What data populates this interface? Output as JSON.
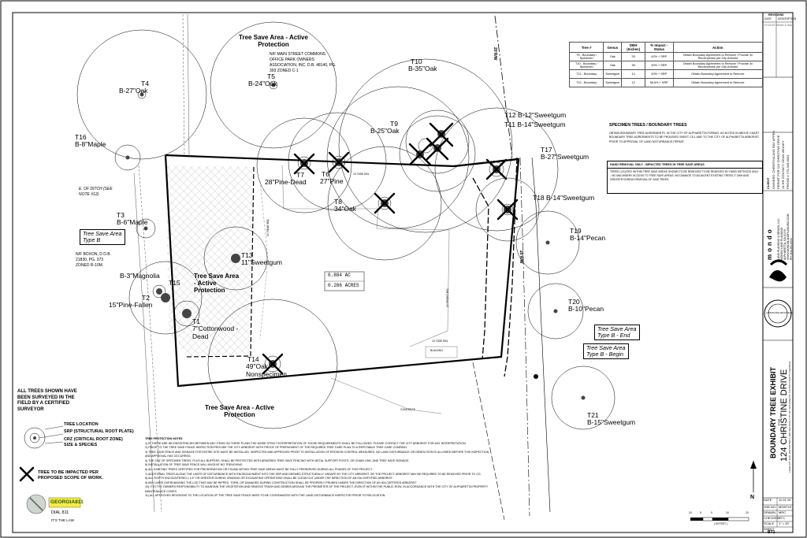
{
  "sheet": {
    "project_title": "BOUNDARY TREE EXHIBIT",
    "project_for": "FOR",
    "project_address": "124 CHRISTINE DRIVE",
    "project_subline": "LAND LOT 1140, 2ND DISTRICT, 2ND SECTION, CITY OF ALPHARETTA, FULTON COUNTY, GEORGIA",
    "sheet_id": "BT1",
    "revisions_header": "REVISIONS",
    "revisions_cols": [
      "DATE",
      "DESCRIPTION"
    ],
    "revision_row": "07/21/19  Revise & resub",
    "client_label": "CLIENT",
    "client_lines": [
      "OWNERS: CHRISTINA AND RAY APPEN",
      "PERMIT FOR 124 CHRISTINE DRIVE",
      "24 HR CONTACT: DEAN WINNEY",
      "PHONE # 770-343-9031"
    ],
    "firm_logo": "mondo",
    "firm_lines": [
      "LAND PLANNING & DESIGN, LLC",
      "MONDO LAND PLANNING",
      "ALPHARETTA, GA 30009",
      "WWW.MONDOLANDPLANNING.COM",
      "PH: 404-281-6302"
    ],
    "seal_text": "LANDSCAPE ARCHITECT",
    "date_block": [
      {
        "k": "DATE",
        "v": "11.01.19"
      },
      {
        "k": "JOB NO.",
        "v": "MONT19"
      },
      {
        "k": "DRAWN",
        "v": "MRC"
      },
      {
        "k": "CHECKED",
        "v": "BTC"
      },
      {
        "k": "SCALE",
        "v": "1\" = 20'"
      },
      {
        "k": "SHEET",
        "v": ""
      }
    ],
    "scale_ticks": [
      "10",
      "5",
      "0",
      "10",
      "20"
    ],
    "scale_unit": "( IN FEET )",
    "north": "N"
  },
  "tree_table": {
    "headers": [
      "Tree #",
      "Genus",
      "DBH (Inches)",
      "% Impact - Status",
      "Action"
    ],
    "rows": [
      [
        "T9 - Boundary / Specimen",
        "Oak",
        "25",
        "42% + SRP",
        "Obtain Boundary Agreement to Remove / Provide 3x Recompense per City Arborist"
      ],
      [
        "T10 - Boundary / Specimen",
        "Oak",
        "35",
        "30% + SRP",
        "Obtain Boundary Agreement to Remove / Provide 3x Recompense per City Arborist"
      ],
      [
        "T11 - Boundary",
        "Sweetgum",
        "14",
        "43% + SRP",
        "Obtain Boundary Agreement to Remove"
      ],
      [
        "T12 - Boundary",
        "Sweetgum",
        "12",
        "56.6% + SRP",
        "Obtain Boundary Agreement to Remove"
      ]
    ]
  },
  "specimen_note": {
    "title": "SPECIMEN TREES / BOUNDARY TREES",
    "text": "OBTAIN BOUNDARY TREE AGREEMENTS, IN THE CITY OF ALPHARETTA FORMAT, AS NOTED IN ABOVE CHART. BOUNDARY TREE AGREEMENTS TO BE PROVIDED SHEET C5.1 AND TO THE CITY OF ALPHARETTA ARBORIST PRIOR TO APPROVAL OF LAND DISTURBANCE PERMIT."
  },
  "hand_note": {
    "title": "HAND REMOVAL ONLY - IMPACTED TREES IN TREE SAVE AREAS",
    "text": "TREES LOCATED WITHIN TREE SAVE AREAS SHOWN TO BE REMOVED TO BE REMOVED BY HAND METHODS ONLY - NO MACHINERY ACCESS TO TREE SAVE AREAS. NO DAMAGE TO ADJACENT EXISTING TREES 2\" DBH AND GREATER DURING REMOVAL OF SAID TREES."
  },
  "trees": [
    {
      "id": "T4",
      "line2": "B-27\"Oak"
    },
    {
      "id": "T5",
      "line2": "B-24\"Oak"
    },
    {
      "id": "T10",
      "line2": "B-35\"Oak"
    },
    {
      "id": "T12",
      "line2": "B-12\"Sweetgum"
    },
    {
      "id": "T11",
      "line2": "B-14\"Sweetgum"
    },
    {
      "id": "T9",
      "line2": "B-25\"Oak"
    },
    {
      "id": "T16",
      "line2": "B-8\"Maple"
    },
    {
      "id": "T17",
      "line2": "B-27\"Sweetgum"
    },
    {
      "id": "T7",
      "line2": "28\"Pine-Dead"
    },
    {
      "id": "T6",
      "line2": "27\"Pine"
    },
    {
      "id": "T18",
      "line2": "B-14\"Sweetgum"
    },
    {
      "id": "T8",
      "line2": "34\"Oak"
    },
    {
      "id": "T3",
      "line2": "B-6\"Maple"
    },
    {
      "id": "T19",
      "line2": "B-14\"Pecan"
    },
    {
      "id": "T13",
      "line2": "11\"Sweetgum"
    },
    {
      "id": "T15",
      "line2": "B-3\"Magnolia"
    },
    {
      "id": "T2",
      "line2": "15\"Pine-Fallen"
    },
    {
      "id": "T20",
      "line2": "B-10\"Pecan"
    },
    {
      "id": "T1",
      "line2": "7\"Cottonwood -Dead"
    },
    {
      "id": "T14",
      "line2": "49\"Oak Nonspecimen"
    },
    {
      "id": "T21",
      "line2": "B-15\"Sweetgum"
    }
  ],
  "areas": {
    "tsa_top": "Tree Save Area - Active Protection",
    "tsa_mid": "Tree Save Area - Active Protection",
    "tsa_bottom": "Tree Save Area - Active Protection",
    "type_b_left_1": "Tree Save Area",
    "type_b_left_2": "Type B",
    "type_b_end_1": "Tree Save Area",
    "type_b_end_2": "Type B - End",
    "type_b_begin_1": "Tree Save Area",
    "type_b_begin_2": "Type B - Begin"
  },
  "plan_text": {
    "ne_owner": "N/F MAIN STREET COMMONS OFFICE PARK OWNERS ASSOCIATION, INC. D.B. 48140, PG. 393 ZONED C-1",
    "w_owner": "N/F BOXON, D D.B. 21830, PG. 373 ZONED R-10M",
    "edge_ditch": "E. OF DITCH (SEE NOTE #12)",
    "area_1": "0.884 AC",
    "area_2": "0.286 ACRES",
    "row_label": "20'R/W",
    "side_sbl_1": "10' SIDE BSL",
    "side_sbl_2": "10' SIDE BSL",
    "rear_bsl": "30' REAR BSL",
    "front_bsl": "20' FRONT BSL",
    "concrete": "CONCRETE",
    "building": "BUILDING"
  },
  "legend": {
    "surveyed": "ALL TREES SHOWN HAVE BEEN SURVEYED IN THE FIELD BY A CERTIFIED SURVEYOR",
    "tree_location": "TREE LOCATION",
    "srp": "SRP (STRUCTURAL ROOT PLATE)",
    "crz": "CRZ (CRITICAL ROOT ZONE)",
    "size": "SIZE & SPECIES",
    "impacted": "TREE TO BE IMPACTED PER PROPOSED SCOPE OF WORK.",
    "georgia": "GEORGIA811",
    "dial": "DIAL 811",
    "call_before": "IT'S THE LAW"
  },
  "protection_notes": {
    "title": "TREE PROTECTION NOTES",
    "items": [
      "1) IF THERE ARE INCONSISTENCIES BETWEEN ANY ITEMS ON THESE PLANS THE MORE STRICT INTERPRETATION OF THOSE REQUIREMENTS SHALL BE FOLLOWED. PLEASE CONTACT THE CITY ARBORIST FOR ANY INTERPRETATION.",
      "2) PRIOR TO THE TREE SAVE FENCE INSPECTION PROVIDE THE CITY ARBORIST WITH PROOF OF PREPAYMENT OF THE REQUIRED TREE CARE PLAN TO A REPUTABLE TREE CARE COMPANY.",
      "3) TREE SAVE FENCE AND SIGNAGE FOR ENTIRE SITE MUST BE INSTALLED, INSPECTED AND APPROVED PRIOR TO INSTALLATION OF EROSION CONTROL MEASURES. NO LAND DISTURBANCE OR DEMOLITION IS ALLOWED BEFORE THIS INSPECTION AND APPROVAL HAS OCCURRED.",
      "4) THE CRZ OF SPECIMEN TREES, PLUS ALL BUFFERS, SHALL BE PROTECTED WITH ARMORED TREE SAVE FENCING WITH METAL SUPPORT POSTS, OR CHAIN LINK, AND TREE SAVE SIGNAGE.",
      "5) INSTALLATION OF TREE SAVE FENCE WILL INVOLVE NO TRENCHING.",
      "6) ALL EXISTING TREES CERTIFIED FOR PRESERVATION OR FOUND WITHIN TREE SAVE AREAS MUST BE FULLY PRESERVED DURING ALL PHASES OF THIS PROJECT.",
      "7) ADDITIONAL TREES ALONG THE LIMITS OF DISTURBANCE WITH ENCROACHMENT INTO THE SRP AND DEEMED STRUCTURALLY UNSAFE BY THE CITY ARBORIST OR THE PROJECT ARBORIST MAY BE REQUIRED TO BE REMOVED PRIOR TO CO.",
      "8) ALL ROOTS ENCOUNTERED 1 1/2\" OR GREATER DURING GRADING OR EXCAVATING OPERATIONS SHALL BE CLEAN CUT UNDER THE DIRECTION OF AN ISA CERTIFIED ARBORIST.",
      "9) ANY LIMBS OVERHANGING THE LOD THAT MAY BE RIPPED, TORN, OR DAMAGED DURING CONSTRUCTION SHALL BE PROPERLY PRUNED UNDER THE DIRECTION OF AN ISA CERTIFIED ARBORIST.",
      "10) IT IS THE OWNERS RESPONSIBILITY TO MAINTAIN THE VEGETATION AND REMOVE TRASH AND DEBRIS AROUND THE PERIMETER OF THE PROJECT, EVEN IF WITHIN THE PUBLIC ROW, IN ACCORDANCE WITH THE CITY OF ALPHARETTA PROPERTY MAINTENANCE CODES.",
      "11) ALL APPROVED REVISIONS TO THE LOCATION OF THE TREE SAVE FENCE NEED TO BE COORDINATED WITH THE LAND DISTURBANCE INSPECTOR PRIOR TO RELOCATION."
    ]
  }
}
